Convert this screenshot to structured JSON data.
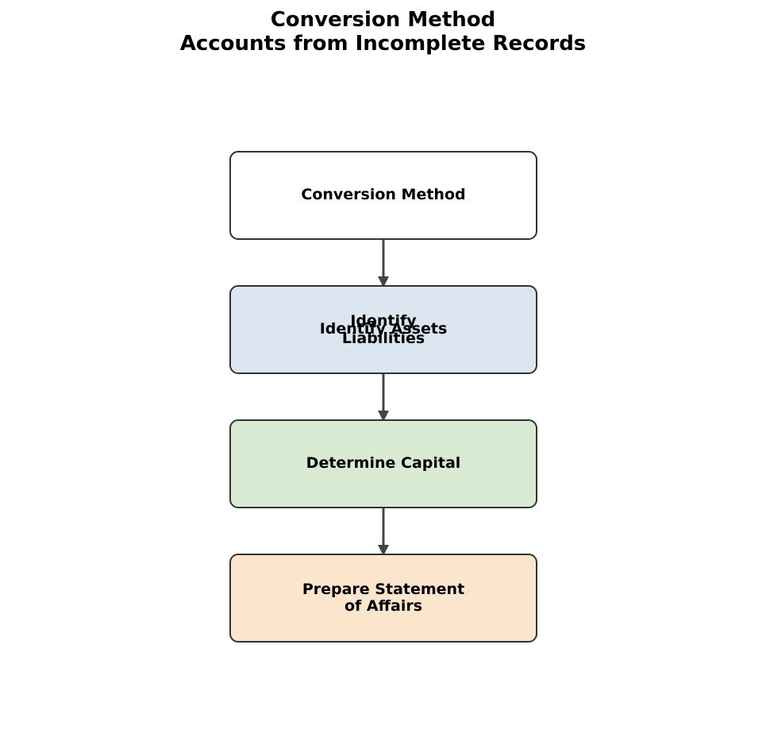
{
  "title": {
    "line1": "Conversion Method",
    "line2": "Accounts from Incomplete Records"
  },
  "nodes": [
    {
      "id": "conversion-method",
      "label": "Conversion Method",
      "fill": "#ffffff"
    },
    {
      "id": "identify-assets",
      "label": "Identify Assets",
      "fill": "#dce6f1",
      "overlay_label": [
        "Identify",
        "Liabilities"
      ]
    },
    {
      "id": "determine-capital",
      "label": "Determine Capital",
      "fill": "#d9ead3"
    },
    {
      "id": "prepare-statement",
      "label_lines": [
        "Prepare Statement",
        "of Affairs"
      ],
      "fill": "#fce5cd"
    }
  ],
  "edges": [
    {
      "from": "conversion-method",
      "to": "identify-assets"
    },
    {
      "from": "identify-assets",
      "to": "determine-capital"
    },
    {
      "from": "determine-capital",
      "to": "prepare-statement"
    }
  ],
  "colors": {
    "border": "#333333",
    "arrow": "#444444"
  }
}
